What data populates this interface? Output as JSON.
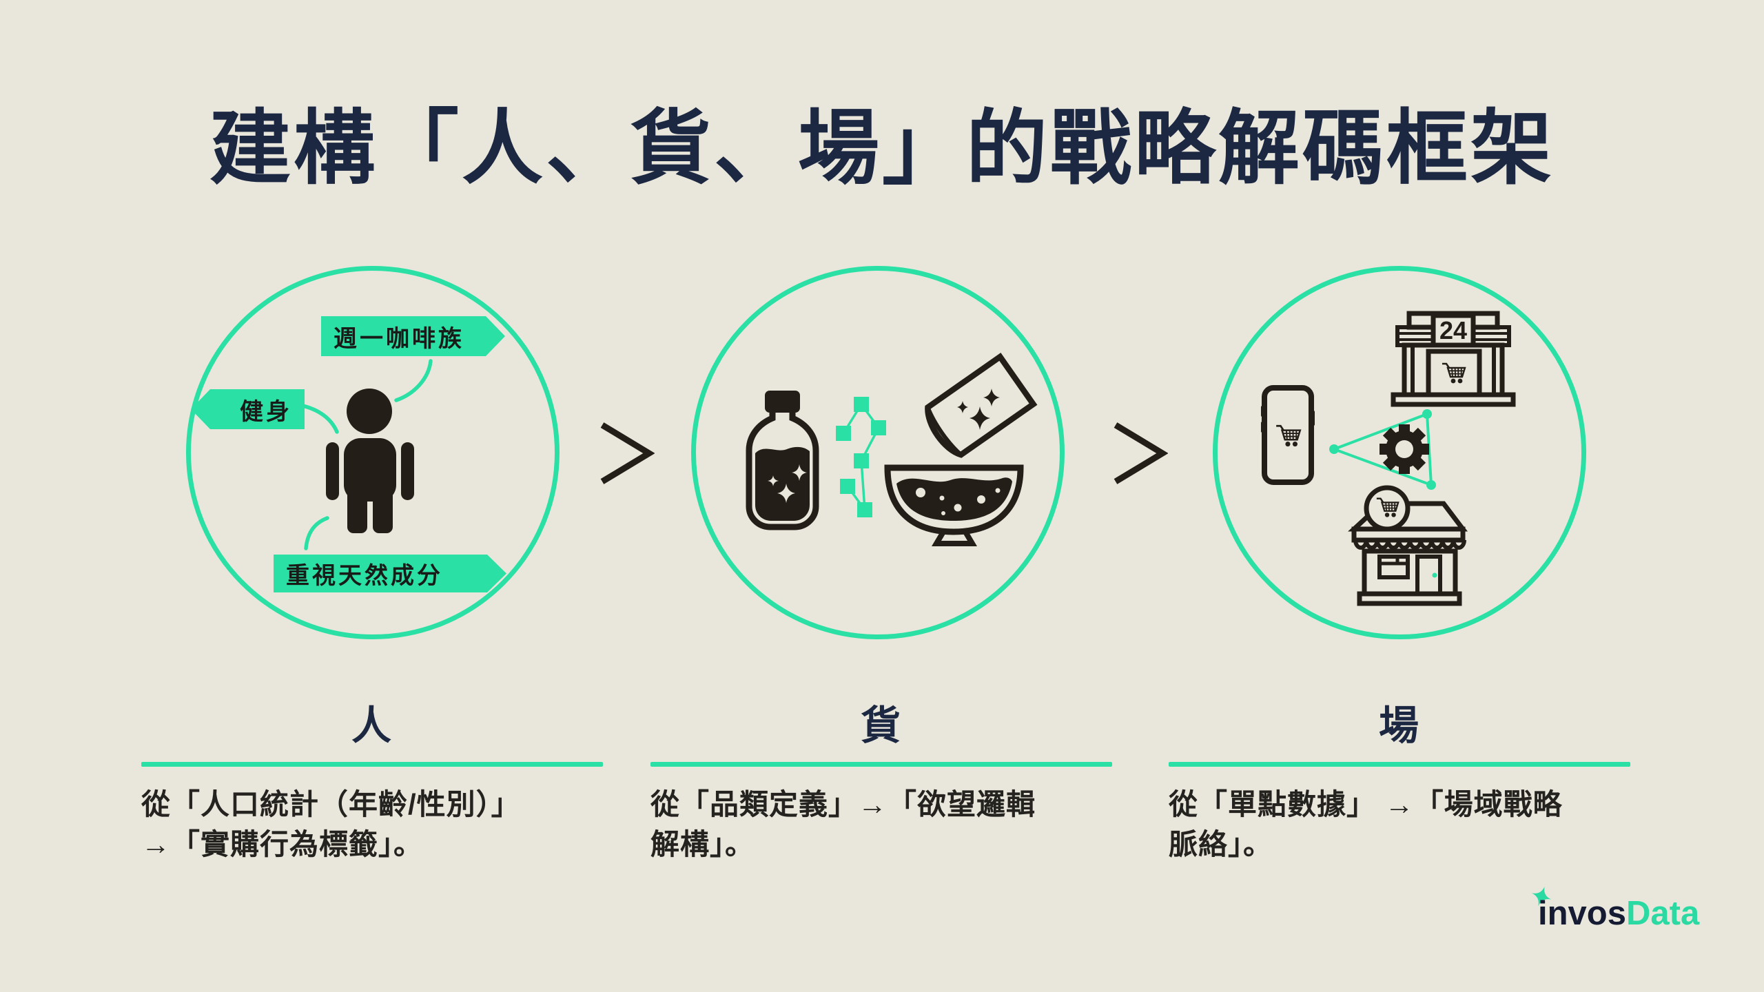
{
  "title": "建構「人、貨、場」的戰略解碼框架",
  "colors": {
    "background": "#e9e7db",
    "accent_green": "#2be0a5",
    "title_navy": "#1c2742",
    "icon_ink": "#241e19"
  },
  "flow": {
    "separator": ">"
  },
  "circles": {
    "people": {
      "icon": "person",
      "tags": [
        "週一咖啡族",
        "健身",
        "重視天然成分"
      ]
    },
    "goods": {
      "icons": [
        "bottle",
        "data-network",
        "sachet",
        "bowl"
      ]
    },
    "place": {
      "icons": [
        "smartphone",
        "convenience-store",
        "gear-triangle",
        "shop"
      ],
      "store_sign": "24"
    }
  },
  "columns": [
    {
      "heading": "人",
      "description_lines": [
        "從「人口統計（年齡/性別）」",
        "→「實購行為標籤」。"
      ]
    },
    {
      "heading": "貨",
      "description_lines": [
        "從「品類定義」→「欲望邏輯",
        "解構」。"
      ]
    },
    {
      "heading": "場",
      "description_lines": [
        "從「單點數據」 →「場域戰略",
        "脈絡」。"
      ]
    }
  ],
  "logo": {
    "prefix": "invos",
    "suffix": "Data"
  }
}
